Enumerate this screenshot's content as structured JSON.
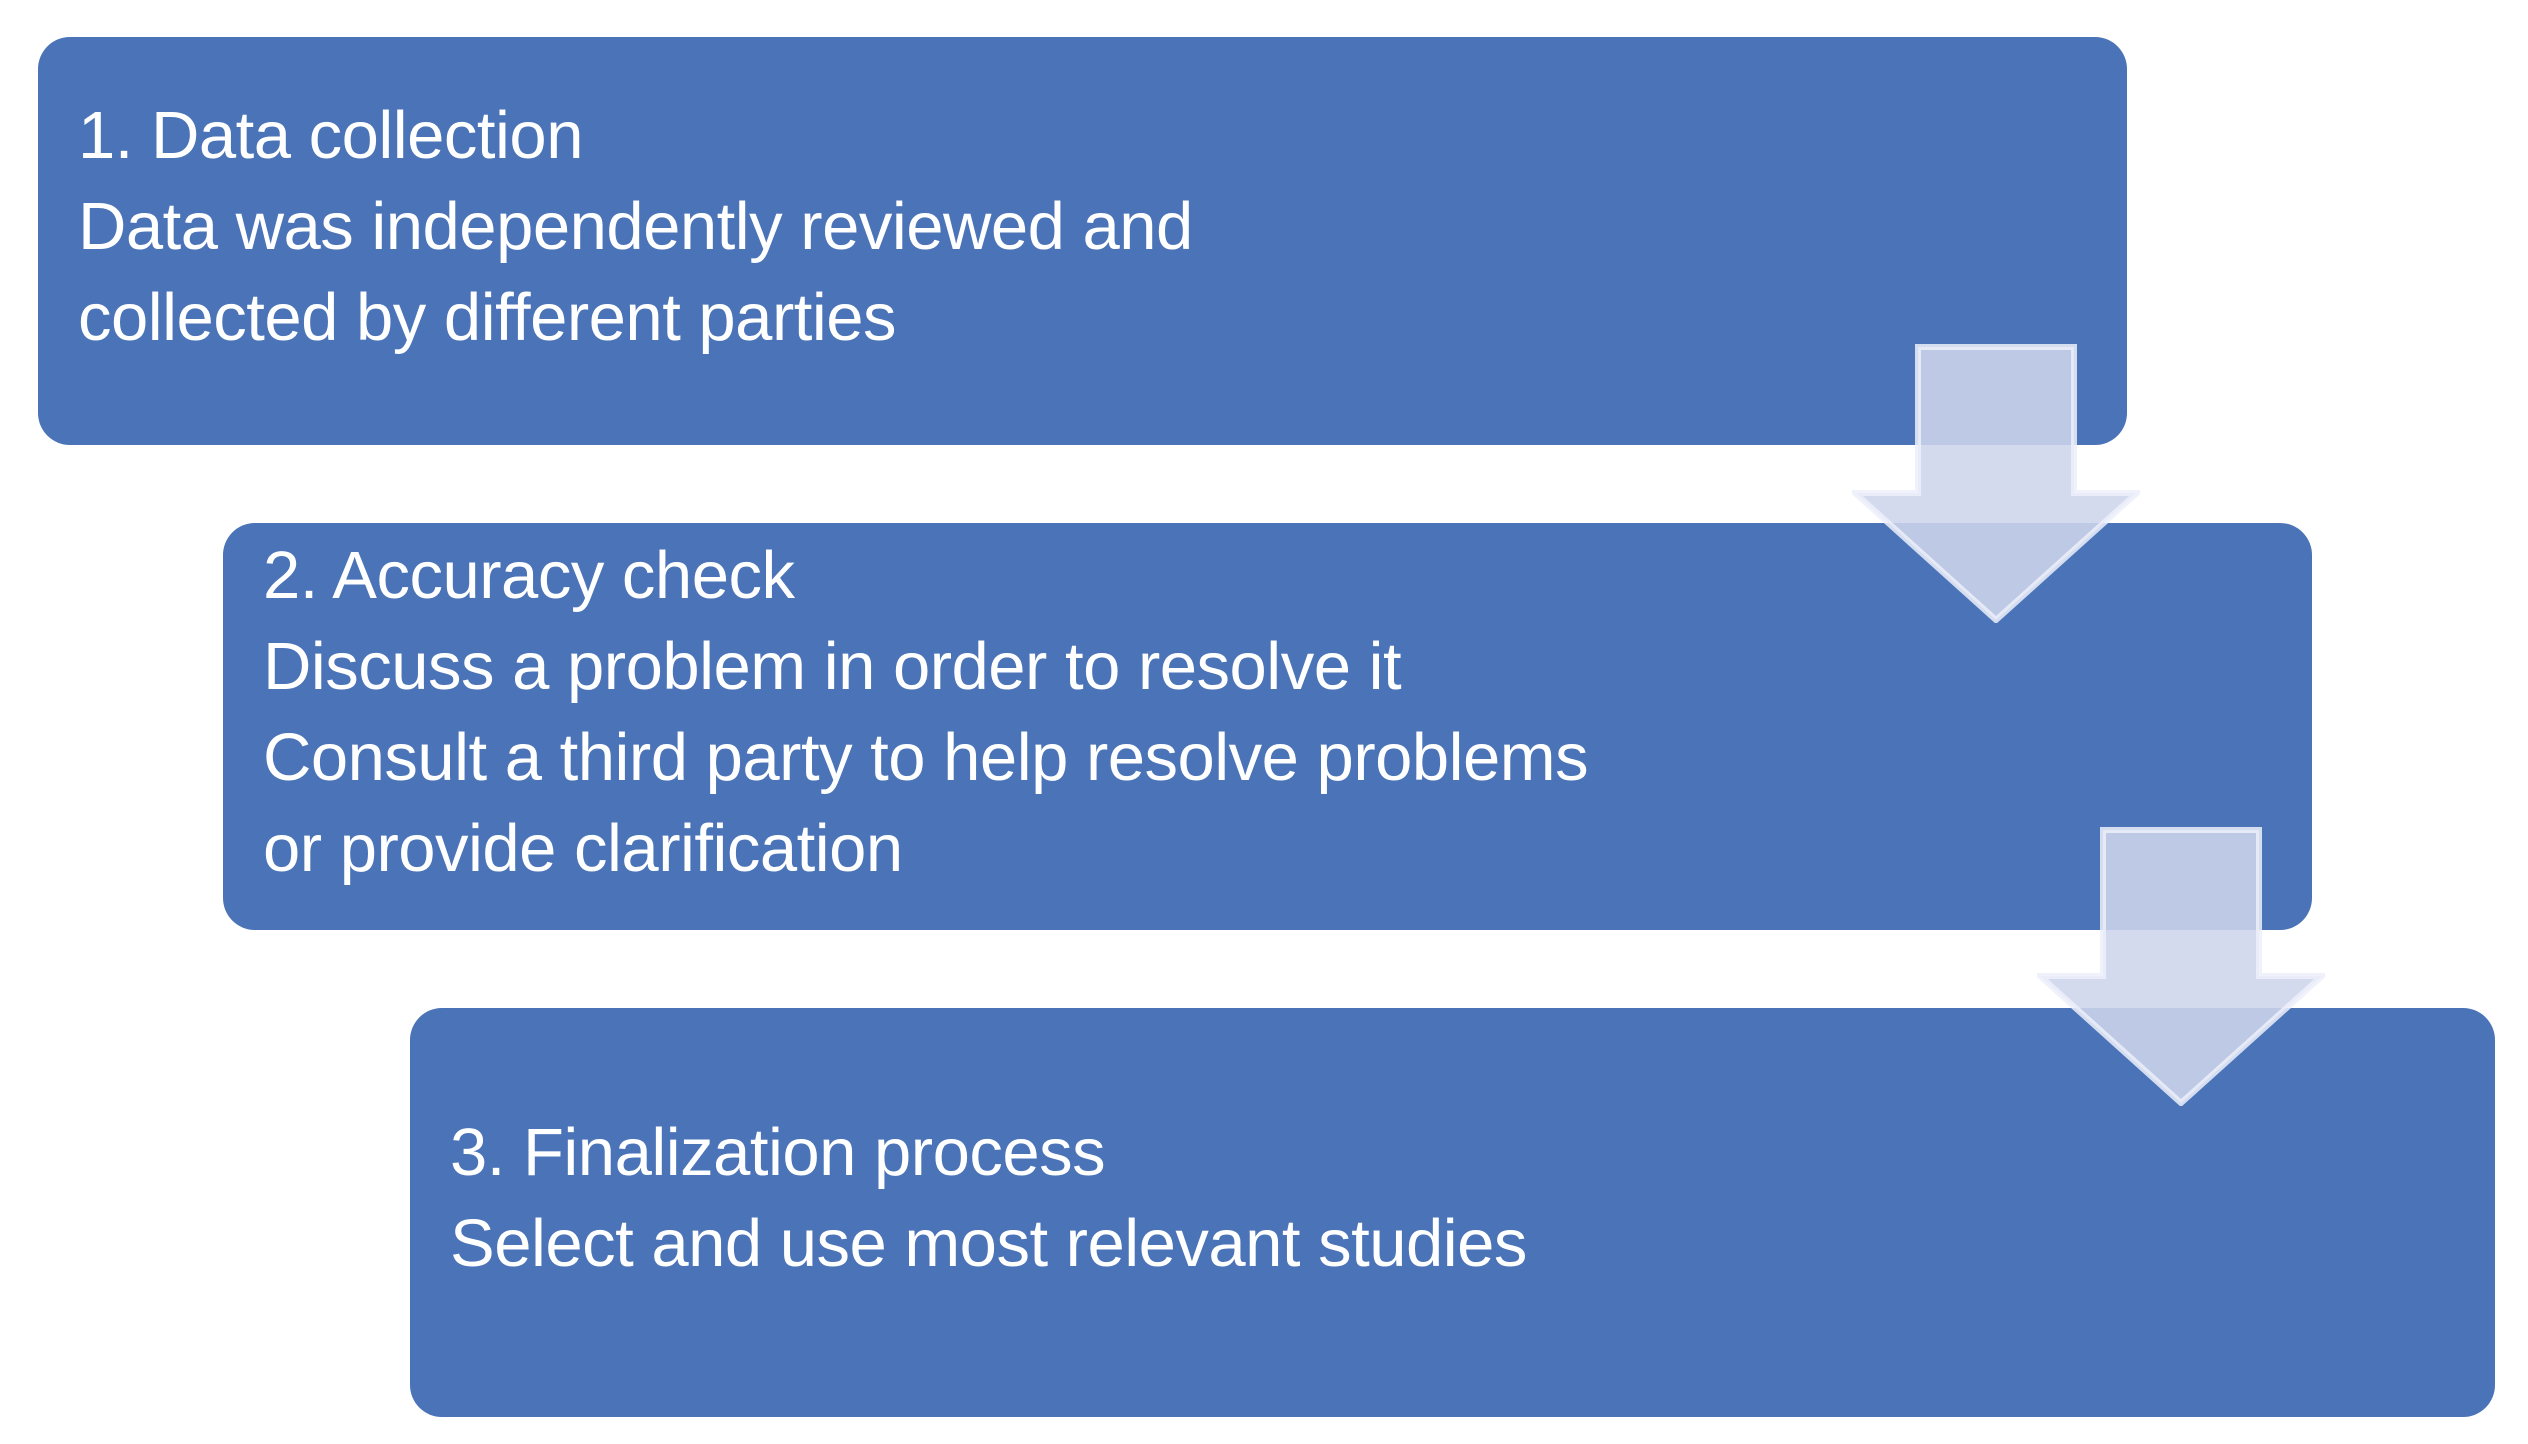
{
  "colors": {
    "background": "#ffffff",
    "box_fill": "#4a73b8",
    "text": "#ffffff",
    "arrow_fill": "rgba(206,213,234,0.88)",
    "arrow_stroke": "rgba(237,240,250,0.85)"
  },
  "flowchart": {
    "steps": [
      {
        "lines": [
          "1. Data collection",
          "Data was independently reviewed and",
          "collected by different parties"
        ]
      },
      {
        "lines": [
          "2. Accuracy check",
          "Discuss a problem in order to resolve it",
          "Consult a third party to help resolve problems",
          "or provide clarification"
        ]
      },
      {
        "lines": [
          "3. Finalization process",
          "Select and use most relevant studies"
        ]
      }
    ]
  }
}
